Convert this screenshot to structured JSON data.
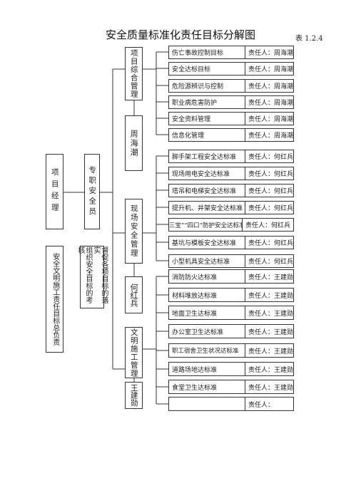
{
  "title": "安全质量标准化责任目标分解图",
  "table_no": "表 1.2.4",
  "root": {
    "role": "项目经理",
    "duty": "安全文明施工责任目标总负责"
  },
  "safety_officer": {
    "role": "专职安全员",
    "duty_1": "组织安全目标的考核",
    "duty_2": "督促各项目标的落实"
  },
  "groups": [
    {
      "category": "项目综合管理",
      "owner": "周海潮",
      "tasks": [
        {
          "task": "伤亡事故控制目标",
          "person": "责任人：周海潮"
        },
        {
          "task": "安全达标目标",
          "person": "责任人：周海潮"
        },
        {
          "task": "危险源辨识与控制",
          "person": "责任人：周海潮"
        },
        {
          "task": "职业病危害防护",
          "person": "责任人：周海潮"
        },
        {
          "task": "安全资料管理",
          "person": "责任人：周海潮"
        },
        {
          "task": "信息化管理",
          "person": "责任人：周海潮"
        }
      ]
    },
    {
      "category": "现场安全管理",
      "owner": "何红兵",
      "tasks": [
        {
          "task": "脚手架工程安全达标准",
          "person": "责任人：何红兵"
        },
        {
          "task": "现场用电安全达标准",
          "person": "责任人：何红兵"
        },
        {
          "task": "塔吊和电梯安全达标准",
          "person": "责任人：何红兵"
        },
        {
          "task": "提升机、井架安全达标准",
          "person": "责任人：何红兵"
        },
        {
          "task": "“三宝”“四口”防护安全达标准",
          "person": "责任人：何红兵"
        },
        {
          "task": "基坑与模板安全达标准",
          "person": "责任人：何红兵"
        },
        {
          "task": "小型机具安全达标准",
          "person": "责任人：何红兵"
        }
      ]
    },
    {
      "category": "文明施工管理",
      "owner": "王建勋",
      "tasks": [
        {
          "task": "消防防火达标准",
          "person": "责任人：王建勋"
        },
        {
          "task": "材料堆放达标准",
          "person": "责任人：王建勋"
        },
        {
          "task": "地面卫生达标准",
          "person": "责任人：王建勋"
        },
        {
          "task": "办公室卫生达标准",
          "person": "责任人：王建勋"
        },
        {
          "task": "职工宿舍卫生状况达标准",
          "person": "责任人：王建勋"
        },
        {
          "task": "道路场地达标准",
          "person": "责任人：王建勋"
        },
        {
          "task": "食堂卫生达标准",
          "person": "责任人：王建勋"
        },
        {
          "task": "",
          "person": "责任人："
        }
      ]
    }
  ]
}
